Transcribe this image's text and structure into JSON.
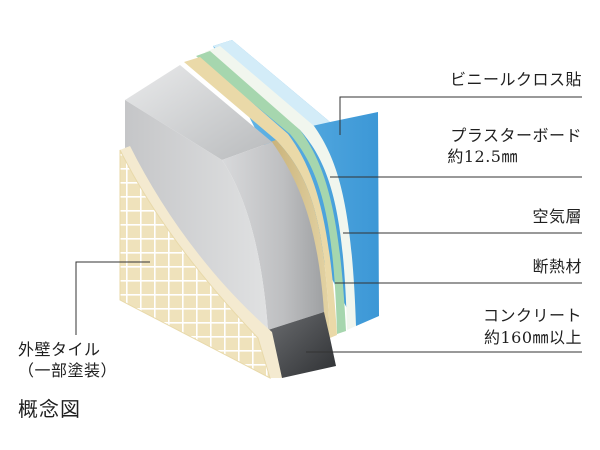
{
  "labels": {
    "vinyl_cloth": "ビニールクロス貼",
    "plasterboard": "プラスターボード",
    "plasterboard_thickness": "約12.5㎜",
    "air_layer": "空気層",
    "insulation": "断熱材",
    "concrete": "コンクリート",
    "concrete_thickness": "約160㎜以上",
    "exterior_tile": "外壁タイル",
    "exterior_tile_note": "（一部塗装）",
    "concept": "概念図"
  },
  "colors": {
    "vinyl_cloth": "#4fa8e0",
    "vinyl_cloth_top": "#cde9f6",
    "plasterboard": "#eef4ea",
    "air_layer": "#a9d7b0",
    "insulation": "#d4bf8a",
    "concrete_face": "#b7b8ba",
    "concrete_dark": "#46484b",
    "tile": "#efe2bb",
    "tile_joint": "#ffffff",
    "leader_line": "#333333"
  }
}
